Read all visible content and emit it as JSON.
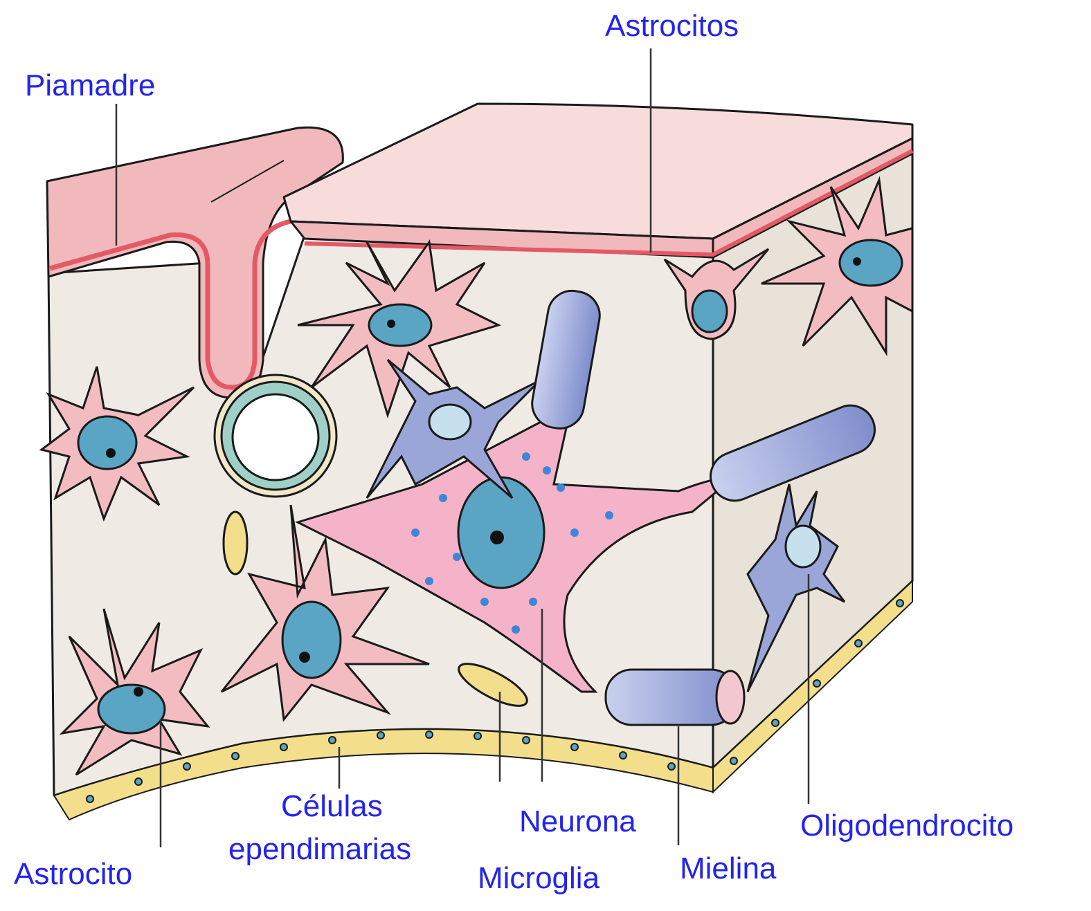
{
  "labels": {
    "piamadre": "Piamadre",
    "astrocitos": "Astrocitos",
    "astrocito": "Astrocito",
    "celulas_line1": "Células",
    "celulas_line2": "ependimarias",
    "neurona": "Neurona",
    "microglia": "Microglia",
    "mielina": "Mielina",
    "oligodendrocito": "Oligodendrocito"
  },
  "colors": {
    "label_text": "#2323f0",
    "pia_fill": "#f2b9bc",
    "pia_top": "#f8dcdc",
    "pia_line": "#e35a66",
    "tissue": "#efebe4",
    "tissue_side": "#e8e2d8",
    "astrocyte": "#f3bcc0",
    "nucleus": "#5aa4c4",
    "neuron": "#f4b3c8",
    "neuron_dots": "#3d86d8",
    "oligo": "#9aa6d8",
    "ependymal": "#f3de8c",
    "outline": "#1a1a1a"
  }
}
